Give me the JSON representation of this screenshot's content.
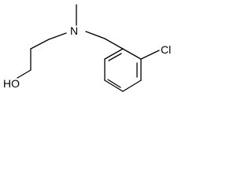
{
  "molecule": {
    "atoms": {
      "hydroxyl": "HO",
      "amine": "N",
      "chlorine": "Cl"
    },
    "colors": {
      "bond": "#000000",
      "text": "#000000",
      "background": "#ffffff"
    }
  }
}
